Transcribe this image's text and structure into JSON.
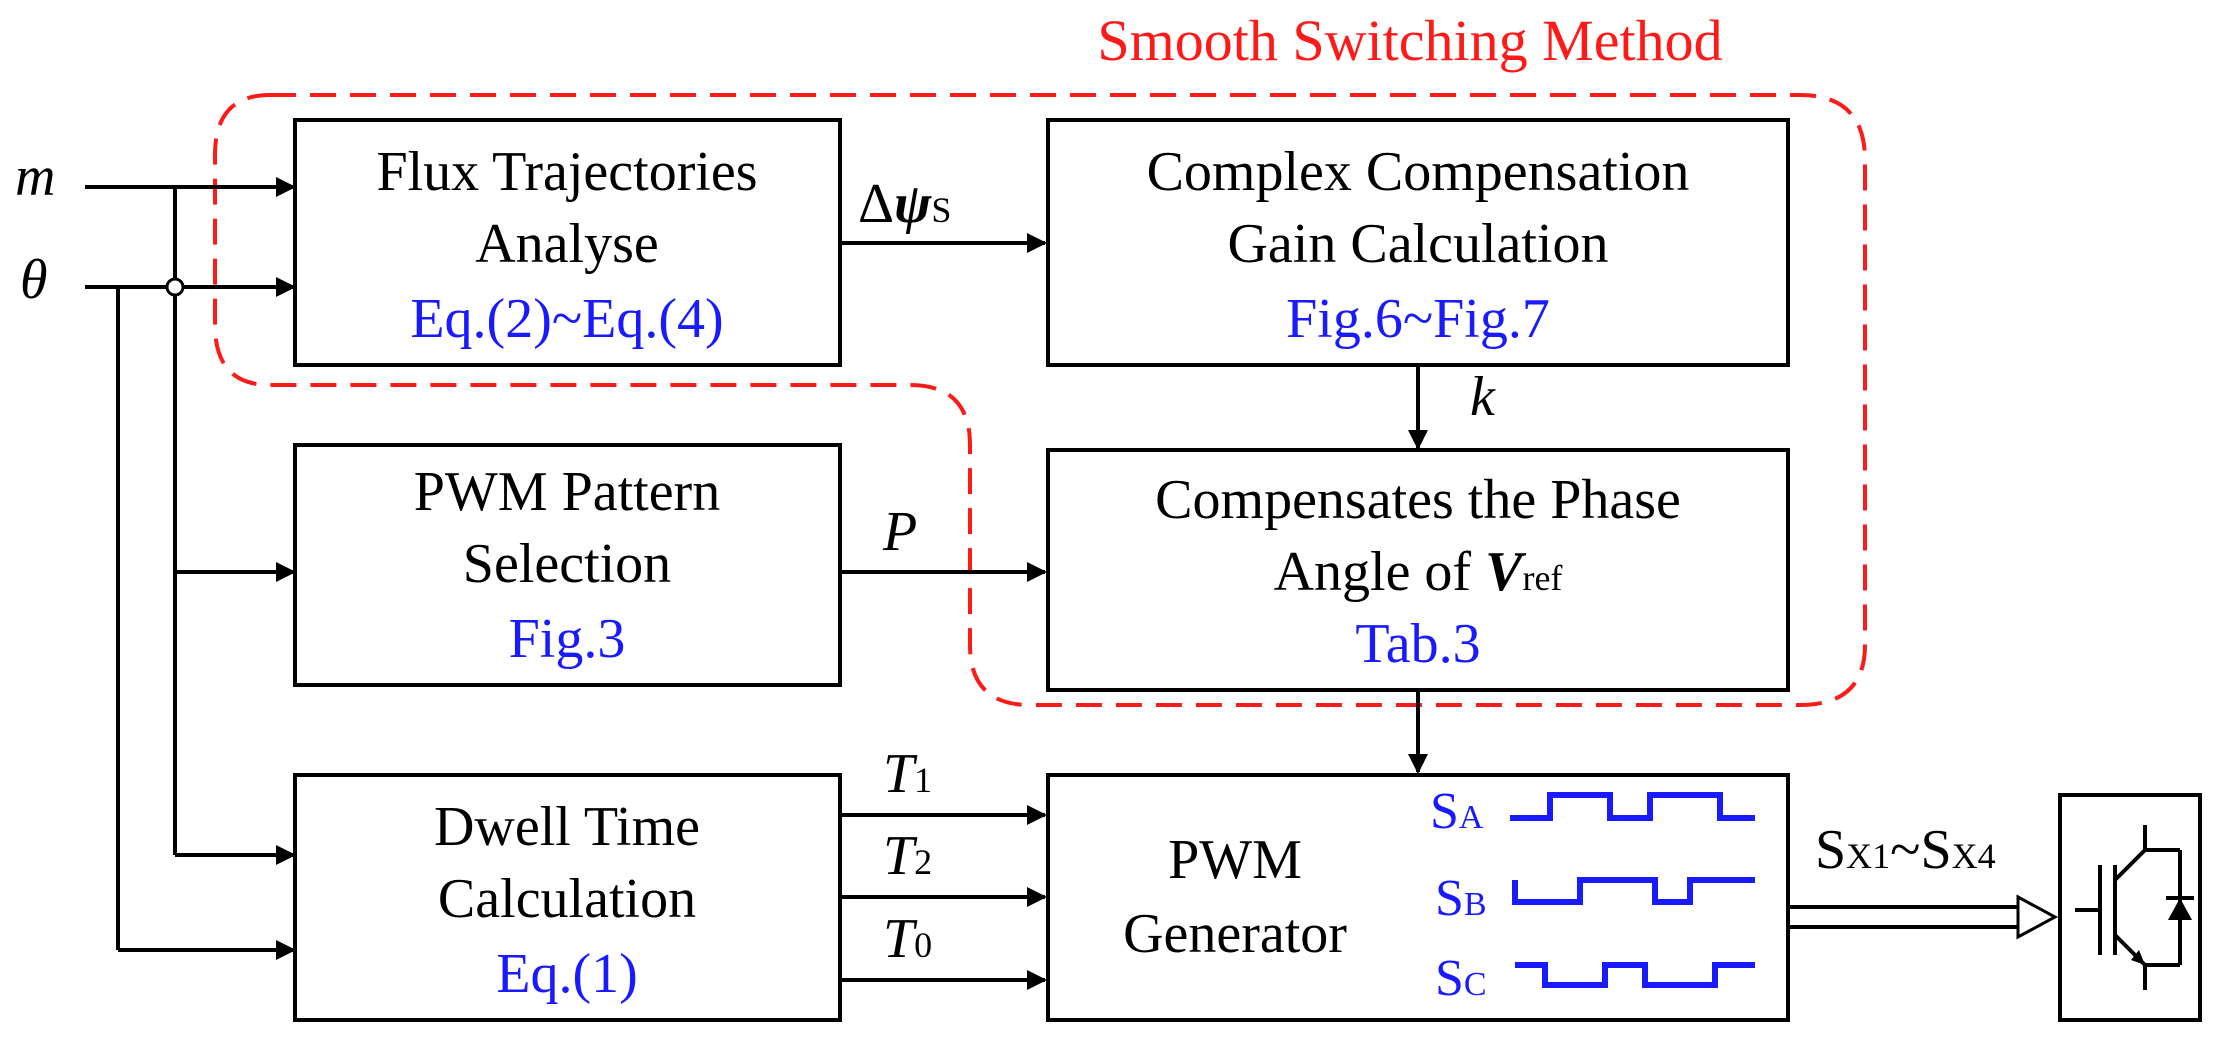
{
  "title": "Smooth Switching Method",
  "inputs": {
    "m": "m",
    "theta": "θ"
  },
  "blocks": {
    "flux": {
      "line1": "Flux Trajectories",
      "line2": "Analyse",
      "ref": "Eq.(2)~Eq.(4)"
    },
    "gain": {
      "line1": "Complex Compensation",
      "line2": "Gain Calculation",
      "ref": "Fig.6~Fig.7"
    },
    "pattern": {
      "line1": "PWM Pattern",
      "line2": "Selection",
      "ref": "Fig.3"
    },
    "phase": {
      "line1": "Compensates the Phase",
      "line2_prefix": "Angle of ",
      "line2_var": "V",
      "line2_sub": "ref",
      "ref": "Tab.3"
    },
    "dwell": {
      "line1": "Dwell Time",
      "line2": "Calculation",
      "ref": "Eq.(1)"
    },
    "generator": {
      "line1": "PWM",
      "line2": "Generator"
    }
  },
  "signals": {
    "dpsi": {
      "prefix": "Δ",
      "var": "ψ",
      "sub": "S"
    },
    "k": "k",
    "P": "P",
    "T1": {
      "var": "T",
      "sub": "1"
    },
    "T2": {
      "var": "T",
      "sub": "2"
    },
    "T0": {
      "var": "T",
      "sub": "0"
    },
    "output": {
      "a": "S",
      "a_sub": "X1",
      "sep": "~S",
      "b_sub": "X4"
    }
  },
  "waveforms": [
    {
      "label": "S",
      "sub": "A"
    },
    {
      "label": "S",
      "sub": "B"
    },
    {
      "label": "S",
      "sub": "C"
    }
  ],
  "colors": {
    "accent_red": "#ff1a1a",
    "ref_blue": "#1a1aff",
    "line_black": "#000000"
  }
}
